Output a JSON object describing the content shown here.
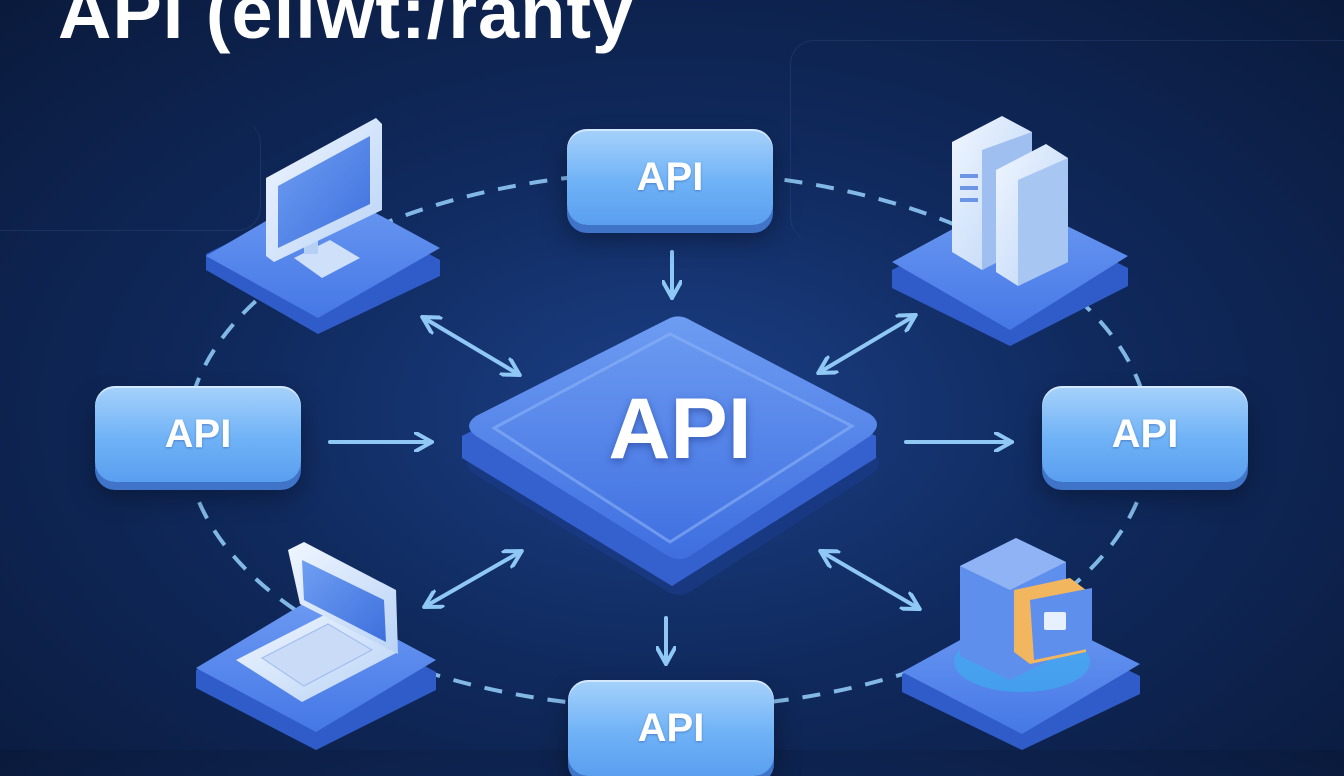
{
  "title": "API (eliwt:/ranty",
  "hub": {
    "label": "API"
  },
  "nodes": {
    "top": "API",
    "left": "API",
    "right": "API",
    "bottom": "API"
  },
  "devices": [
    "desktop-monitor",
    "server-rack",
    "laptop",
    "storage-database"
  ],
  "colors": {
    "background": "#102a5e",
    "accent": "#4f86ea",
    "pill": "#7fbaf7",
    "connector": "#8fc8f5"
  }
}
